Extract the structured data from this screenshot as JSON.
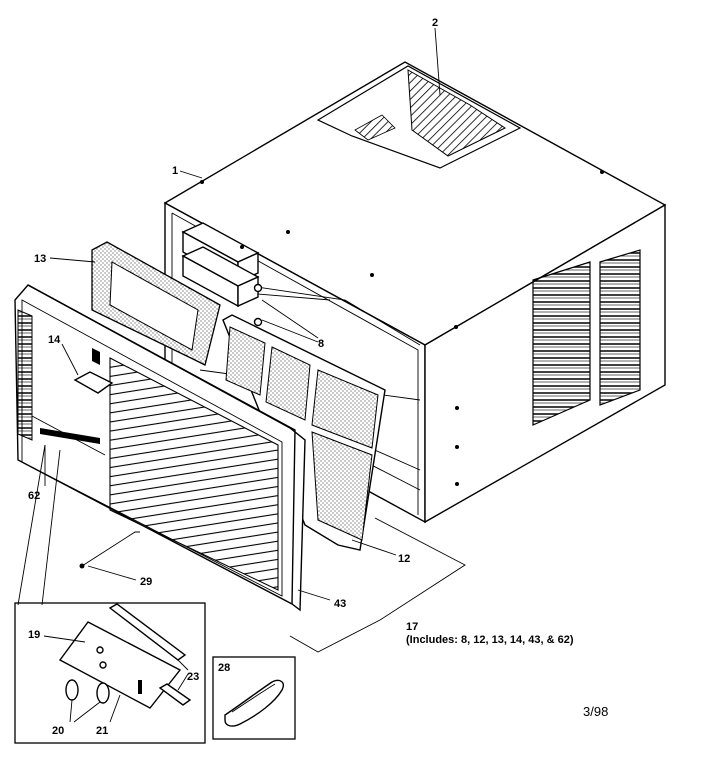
{
  "callouts": {
    "c1": "1",
    "c2": "2",
    "c8": "8",
    "c12": "12",
    "c13": "13",
    "c14": "14",
    "c17": "17",
    "c17_note": "(Includes: 8, 12, 13, 14, 43, & 62)",
    "c19": "19",
    "c20": "20",
    "c21": "21",
    "c23": "23",
    "c28": "28",
    "c29": "29",
    "c43": "43",
    "c62": "62"
  },
  "footer": {
    "date_code": "3/98"
  }
}
